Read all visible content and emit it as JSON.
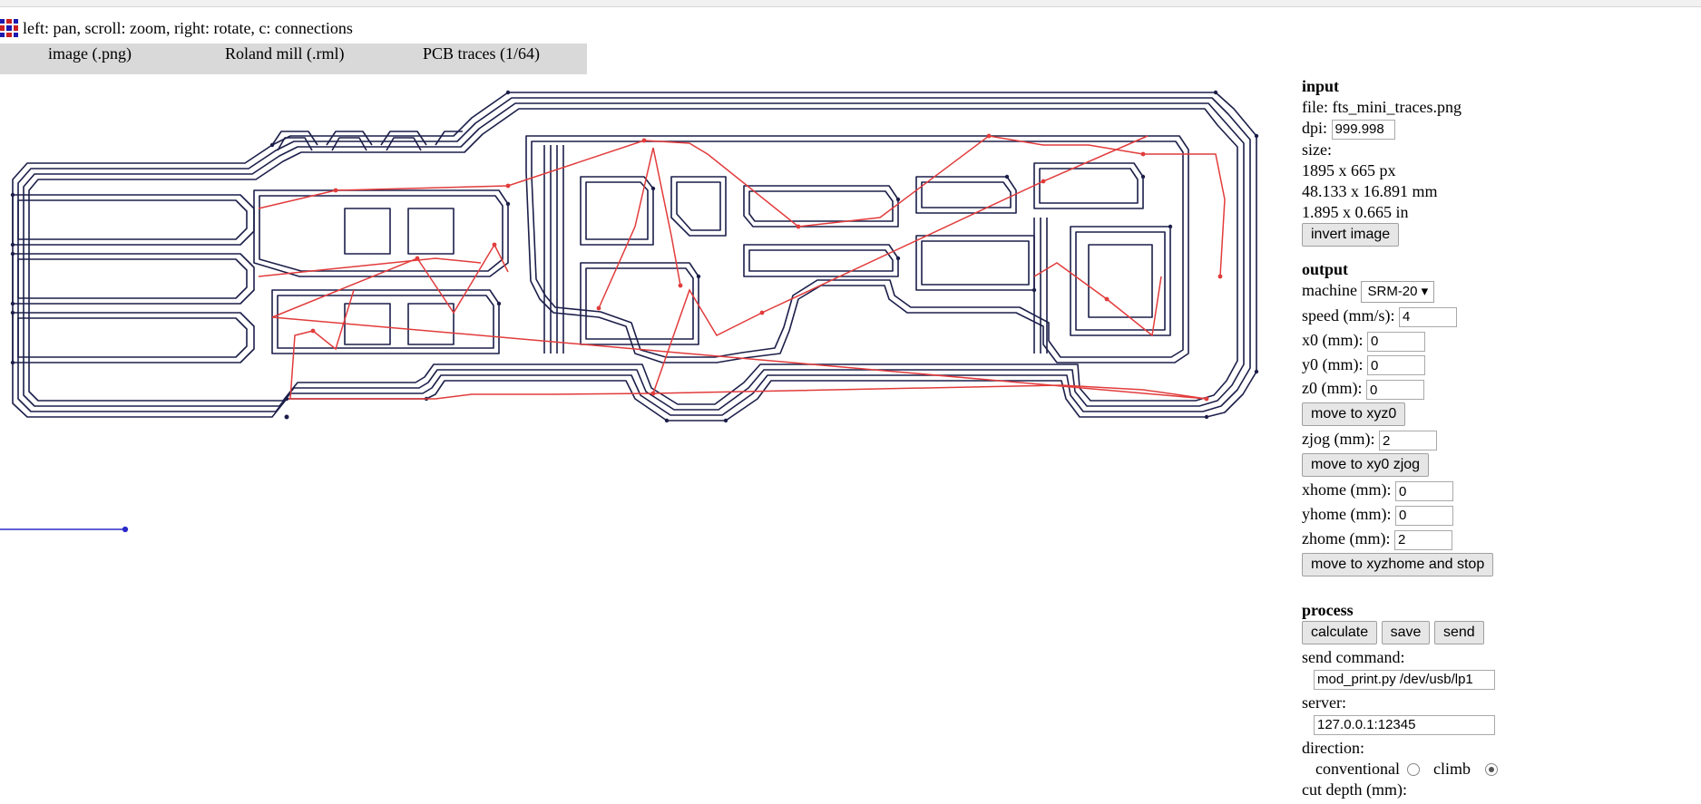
{
  "hint": "left: pan, scroll: zoom, right: rotate, c: connections",
  "tabs": [
    "image (.png)",
    "Roland mill (.rml)",
    "PCB traces (1/64)"
  ],
  "input": {
    "heading": "input",
    "file_label": "file:",
    "file_name": "fts_mini_traces.png",
    "dpi_label": "dpi:",
    "dpi_value": "999.998",
    "size_label": "size:",
    "size_px": "1895 x 665 px",
    "size_mm": "48.133 x 16.891 mm",
    "size_in": "1.895 x 0.665 in",
    "invert_button": "invert image"
  },
  "output": {
    "heading": "output",
    "machine_label": "machine",
    "machine_value": "SRM-20",
    "speed_label": "speed (mm/s):",
    "speed_value": "4",
    "x0_label": "x0 (mm):",
    "x0_value": "0",
    "y0_label": "y0 (mm):",
    "y0_value": "0",
    "z0_label": "z0 (mm):",
    "z0_value": "0",
    "move_xyz0_button": "move to xyz0",
    "zjog_label": "zjog (mm):",
    "zjog_value": "2",
    "move_xy0_button": "move to xy0 zjog",
    "xhome_label": "xhome (mm):",
    "xhome_value": "0",
    "yhome_label": "yhome (mm):",
    "yhome_value": "0",
    "zhome_label": "zhome (mm):",
    "zhome_value": "2",
    "move_home_button": "move to xyzhome and stop"
  },
  "process": {
    "heading": "process",
    "calculate_button": "calculate",
    "save_button": "save",
    "send_button": "send",
    "send_command_label": "send command:",
    "send_command_value": "mod_print.py /dev/usb/lp1",
    "server_label": "server:",
    "server_value": "127.0.0.1:12345",
    "direction_label": "direction:",
    "conventional_label": "conventional",
    "climb_label": "climb",
    "direction_selected": "climb",
    "cut_depth_label": "cut depth (mm):"
  },
  "colors": {
    "trace": "#1c1f4a",
    "connection": "#e23b3b",
    "axis": "#2a2ac8"
  }
}
